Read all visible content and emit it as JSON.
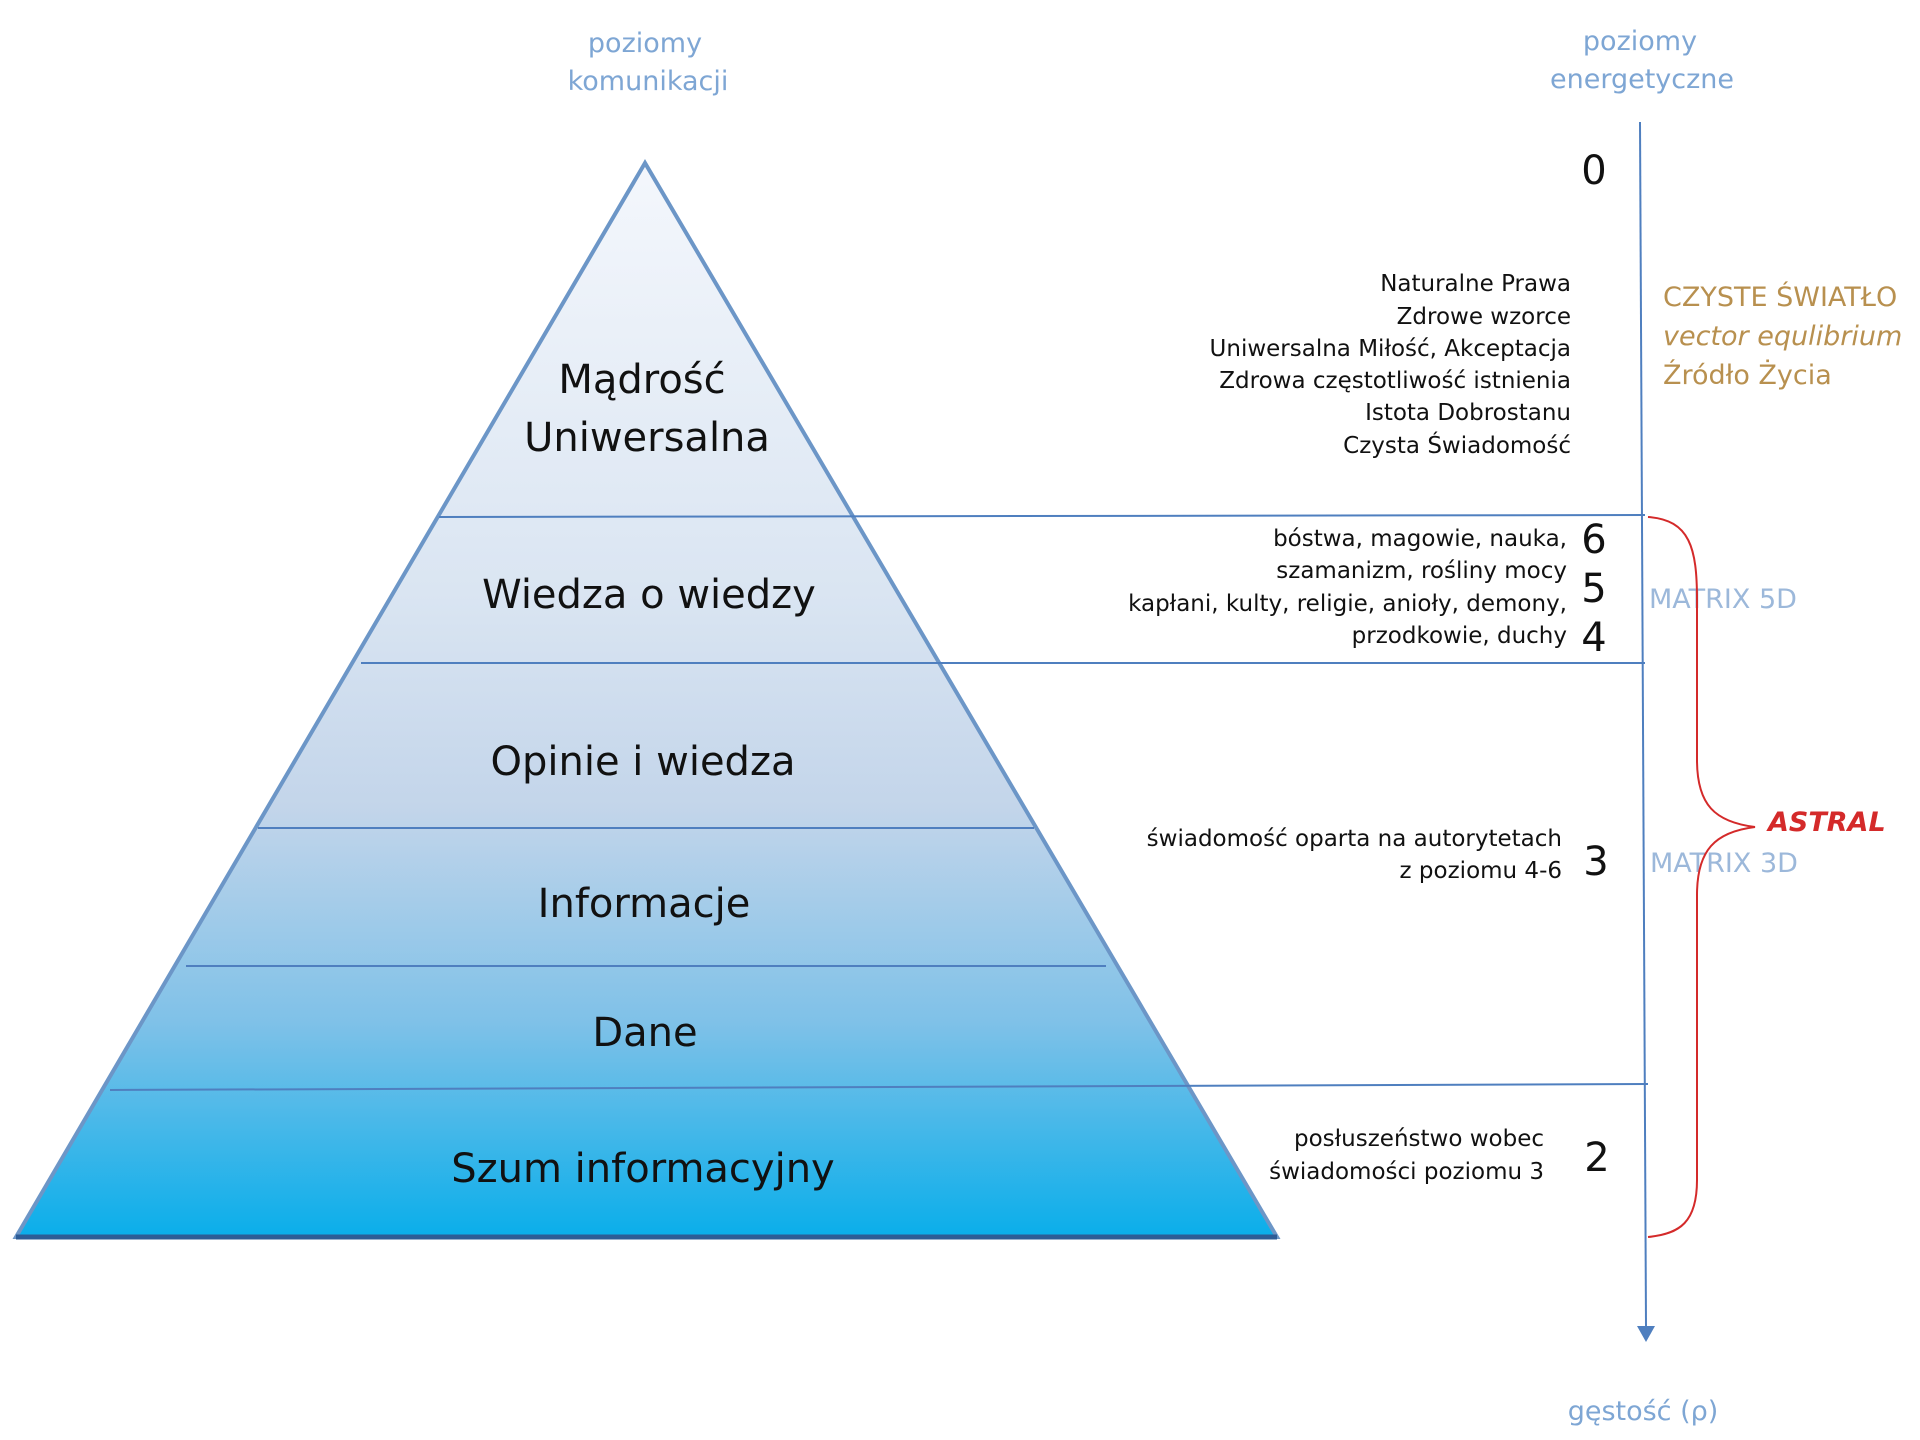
{
  "headers": {
    "communication": [
      "poziomy",
      "komunikacji"
    ],
    "energy": [
      "poziomy",
      "energetyczne"
    ],
    "density": "gęstość (ρ)"
  },
  "pyramid_levels": [
    {
      "lines": [
        "Mądrość",
        "Uniwersalna"
      ]
    },
    {
      "lines": [
        "Wiedza o wiedzy"
      ]
    },
    {
      "lines": [
        "Opinie i wiedza"
      ]
    },
    {
      "lines": [
        "Informacje"
      ]
    },
    {
      "lines": [
        "Dane"
      ]
    },
    {
      "lines": [
        "Szum informacyjny"
      ]
    }
  ],
  "level_zero": {
    "number": "0",
    "descriptions": [
      "Naturalne Prawa",
      "Zdrowe wzorce",
      "Uniwersalna Miłość, Akceptacja",
      "Zdrowa częstotliwość istnienia",
      "Istota Dobrostanu",
      "Czysta Świadomość"
    ]
  },
  "level_456": {
    "numbers": [
      "6",
      "5",
      "4"
    ],
    "descriptions": [
      "bóstwa, magowie, nauka,",
      "szamanizm, rośliny mocy",
      "kapłani, kulty, religie, anioły, demony,",
      "przodkowie, duchy"
    ]
  },
  "level_3": {
    "number": "3",
    "descriptions": [
      "świadomość oparta na autorytetach",
      "z poziomu 4-6"
    ]
  },
  "level_2": {
    "number": "2",
    "descriptions": [
      "posłuszeństwo wobec",
      "świadomości poziomu 3"
    ]
  },
  "pure_light": {
    "lines": [
      "CZYSTE ŚWIATŁO",
      "vector equlibrium",
      "Źródło Życia"
    ]
  },
  "matrix_labels": [
    "MATRIX 5D",
    "MATRIX 3D"
  ],
  "astral_label": "ASTRAL",
  "colors": {
    "header": "#7ea6d4",
    "axis": "#4f7fbf",
    "gold": "#b8904f",
    "astral": "#d42a2a",
    "pyramid_top": "#f5f8fc",
    "pyramid_bottom": "#0aaeea"
  }
}
